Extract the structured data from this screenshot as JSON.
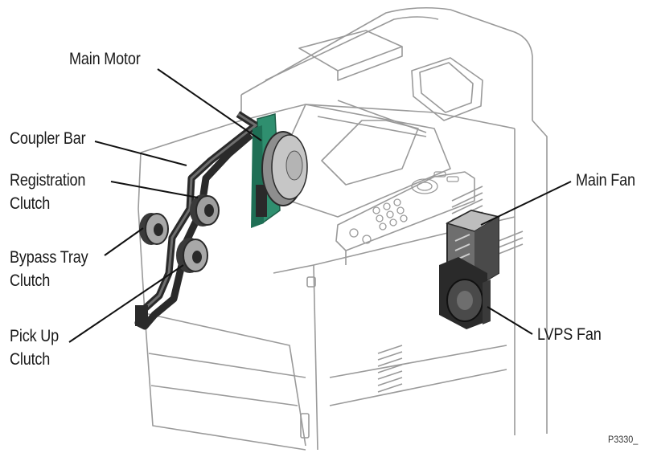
{
  "labels": {
    "main_motor": "Main Motor",
    "coupler_bar": "Coupler Bar",
    "registration_clutch": [
      "Registration",
      "Clutch"
    ],
    "bypass_tray_clutch": [
      "Bypass Tray",
      "Clutch"
    ],
    "pick_up_clutch": [
      "Pick Up",
      "Clutch"
    ],
    "main_fan": "Main Fan",
    "lvps_fan": "LVPS Fan"
  },
  "figure_ref": "P3330_",
  "colors": {
    "printer_outline": "#9a9a9a",
    "part_dark": "#2a2a2a",
    "part_mid": "#6e6e6e",
    "part_light": "#bdbdbd",
    "pcb_green": "#2f8f6f",
    "leader_line": "#111111"
  }
}
